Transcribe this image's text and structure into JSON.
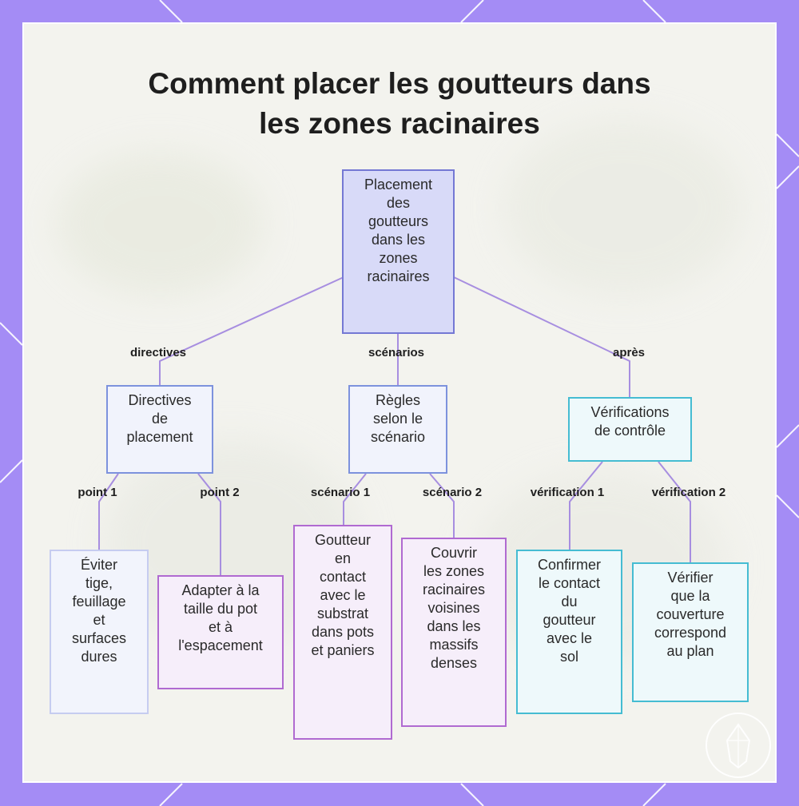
{
  "title_lines": [
    "Comment placer les goutteurs dans",
    "les zones racinaires"
  ],
  "colors": {
    "frame": "#a48cf5",
    "panel": "#f3f3ee",
    "edge": "#a78ee0",
    "root_fill": "#d8daf8",
    "root_border": "#7478d4",
    "blue_border": "#7d92dd",
    "purple_border": "#b06ad1",
    "cyan_border": "#45bcd2"
  },
  "nodes": {
    "root": [
      "Placement",
      "des",
      "goutteurs",
      "dans les",
      "zones",
      "racinaires"
    ],
    "directives": [
      "Directives",
      "de",
      "placement"
    ],
    "regles": [
      "Règles",
      "selon le",
      "scénario"
    ],
    "verifications": [
      "Vérifications",
      "de contrôle"
    ],
    "eviter": [
      "Éviter",
      "tige,",
      "feuillage",
      "et",
      "surfaces",
      "dures"
    ],
    "adapter": [
      "Adapter à la",
      "taille du pot",
      "et à",
      "l'espacement"
    ],
    "goutteur": [
      "Goutteur",
      "en",
      "contact",
      "avec le",
      "substrat",
      "dans pots",
      "et paniers"
    ],
    "couvrir": [
      "Couvrir",
      "les zones",
      "racinaires",
      "voisines",
      "dans les",
      "massifs",
      "denses"
    ],
    "confirmer": [
      "Confirmer",
      "le contact",
      "du",
      "goutteur",
      "avec le",
      "sol"
    ],
    "verifier": [
      "Vérifier",
      "que la",
      "couverture",
      "correspond",
      "au plan"
    ]
  },
  "edge_labels": {
    "directives": "directives",
    "scenarios": "scénarios",
    "apres": "après",
    "point1": "point 1",
    "point2": "point 2",
    "scenario1": "scénario 1",
    "scenario2": "scénario 2",
    "verification1": "vérification 1",
    "verification2": "vérification 2"
  }
}
